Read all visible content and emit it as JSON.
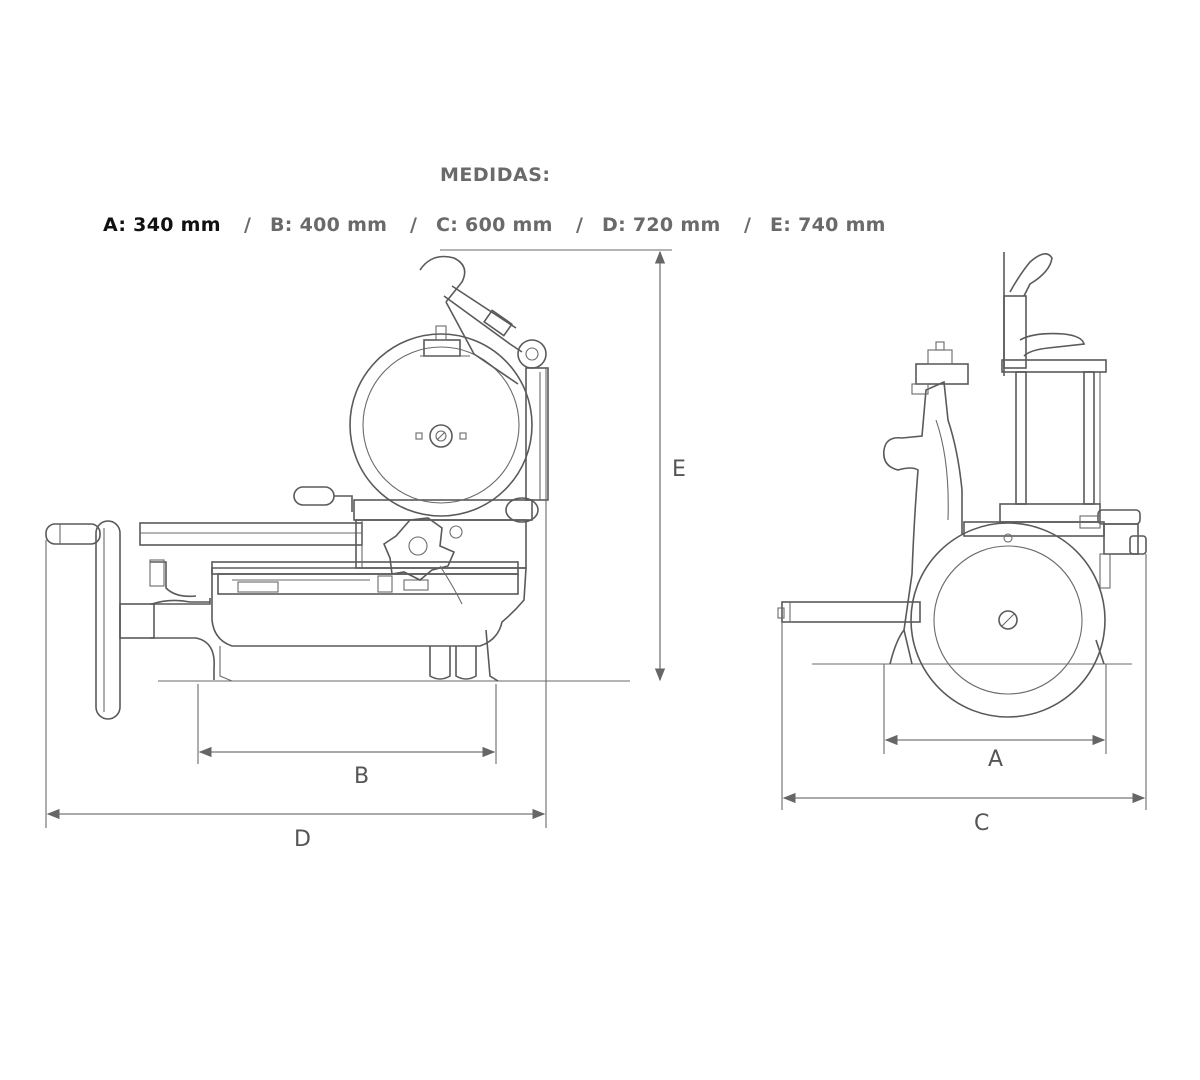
{
  "title": "MEDIDAS:",
  "measurements": [
    {
      "label": "A: 340 mm"
    },
    {
      "label": "B: 400 mm"
    },
    {
      "label": "C: 600 mm"
    },
    {
      "label": "D: 720 mm"
    },
    {
      "label": "E: 740 mm"
    }
  ],
  "separator": "/",
  "dimension_letters": {
    "A": "A",
    "B": "B",
    "C": "C",
    "D": "D",
    "E": "E"
  }
}
